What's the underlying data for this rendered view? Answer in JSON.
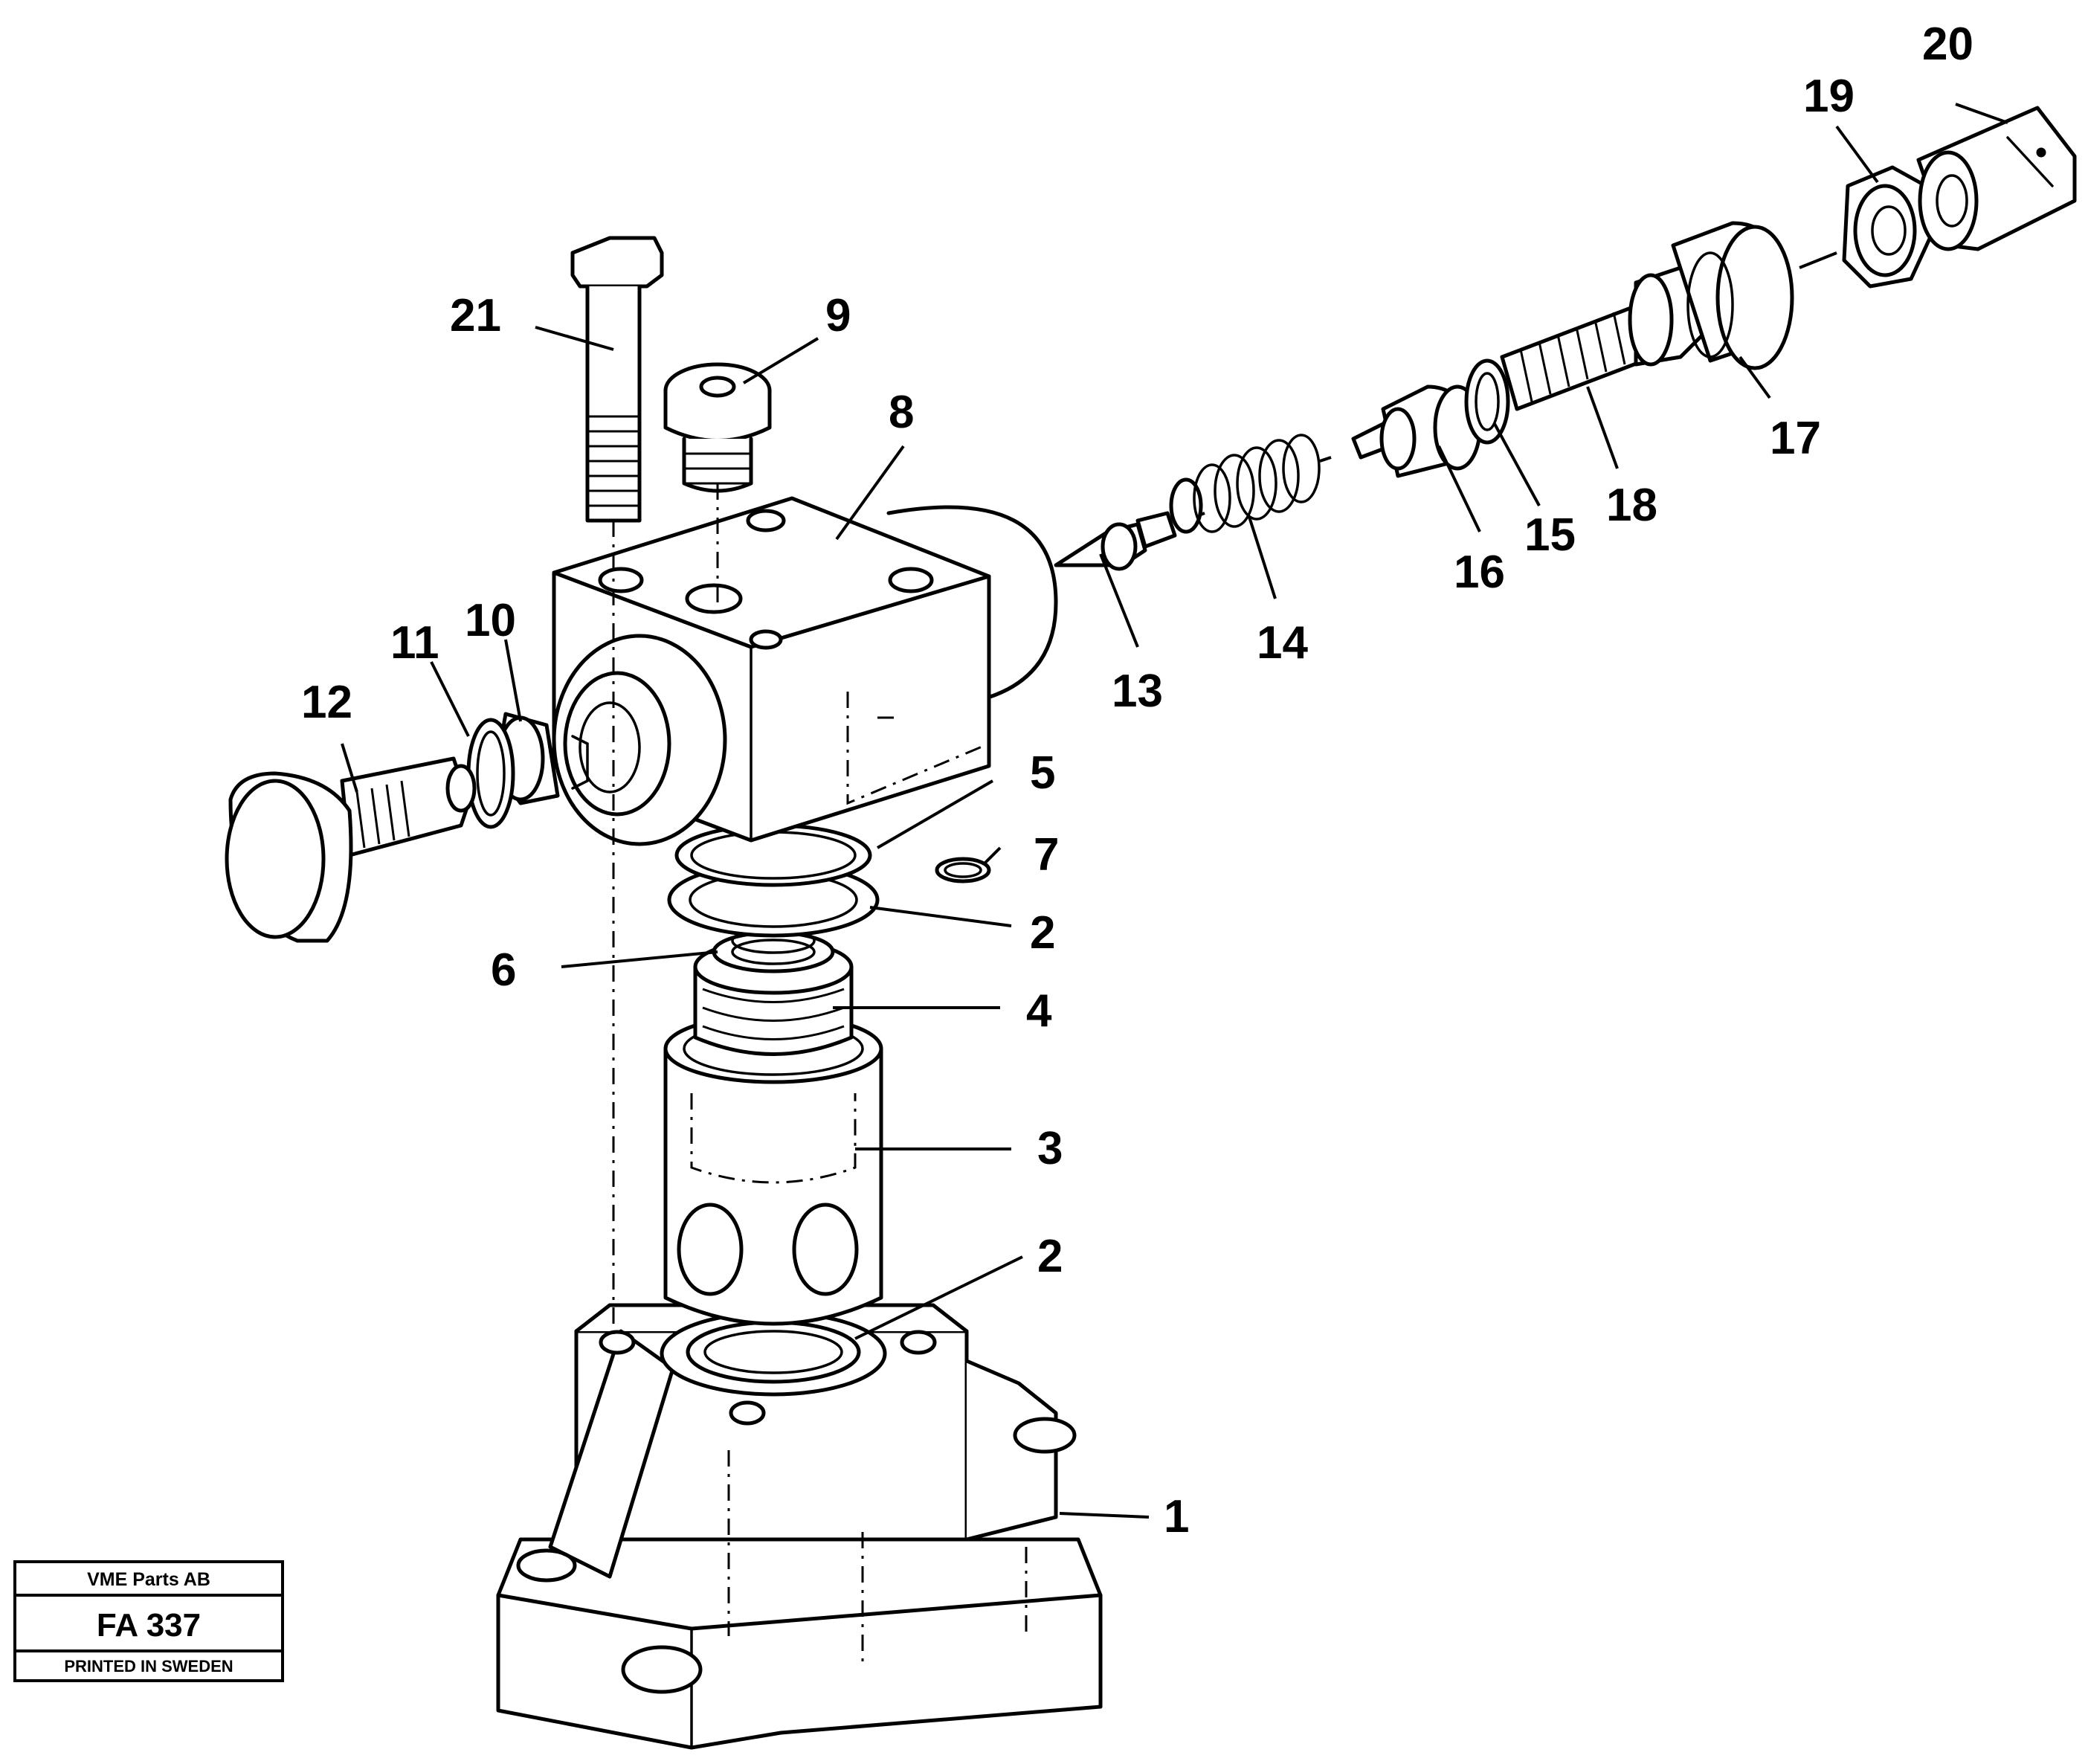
{
  "callouts": [
    "1",
    "2",
    "3",
    "4",
    "5",
    "6",
    "7",
    "8",
    "9",
    "10",
    "11",
    "12",
    "13",
    "14",
    "15",
    "16",
    "17",
    "18",
    "19",
    "20",
    "21",
    "2"
  ],
  "stamp": {
    "company": "VME Parts AB",
    "code": "FA 337",
    "printed": "PRINTED IN SWEDEN"
  }
}
